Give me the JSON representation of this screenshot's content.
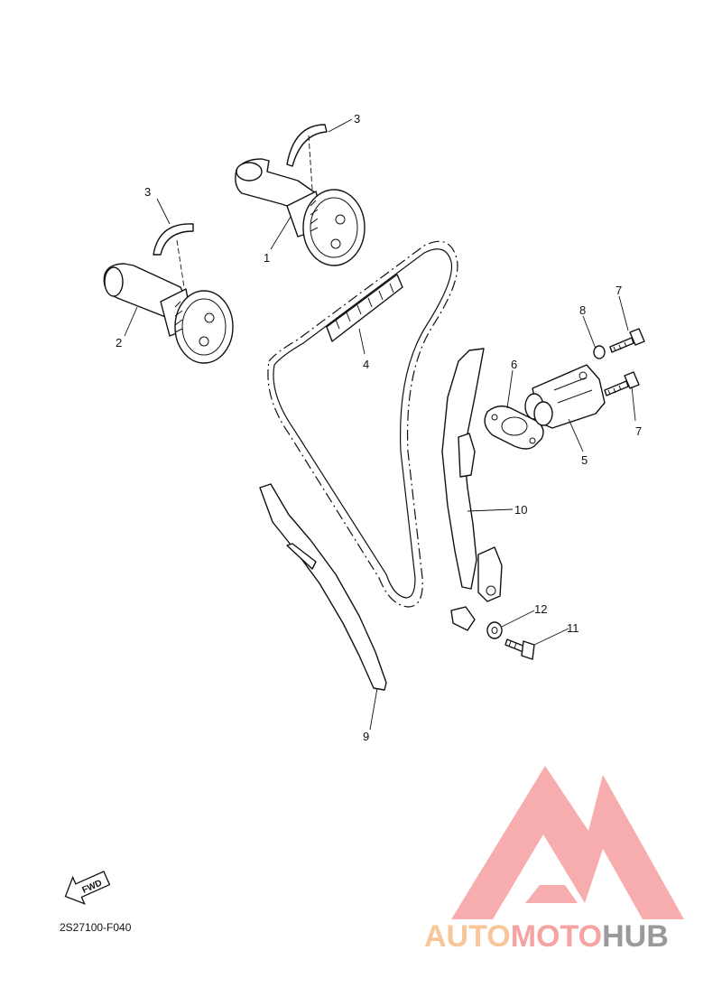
{
  "diagram": {
    "callouts": [
      {
        "id": "c-3a",
        "text": "3"
      },
      {
        "id": "c-3b",
        "text": "3"
      },
      {
        "id": "c-1",
        "text": "1"
      },
      {
        "id": "c-2",
        "text": "2"
      },
      {
        "id": "c-4",
        "text": "4"
      },
      {
        "id": "c-8",
        "text": "8"
      },
      {
        "id": "c-7a",
        "text": "7"
      },
      {
        "id": "c-6",
        "text": "6"
      },
      {
        "id": "c-7b",
        "text": "7"
      },
      {
        "id": "c-5",
        "text": "5"
      },
      {
        "id": "c-10",
        "text": "10"
      },
      {
        "id": "c-12",
        "text": "12"
      },
      {
        "id": "c-11",
        "text": "11"
      },
      {
        "id": "c-9",
        "text": "9"
      }
    ],
    "fwd_label": "FWD",
    "diagram_code": "2S27100-F040"
  },
  "watermark": {
    "brand_part1": "AUTO",
    "brand_part2": "MOTO",
    "brand_part3": "HUB",
    "colors": {
      "part1": "#f7c79a",
      "part2": "#f5a3a3",
      "part3": "#9a9a9a",
      "logo": "#f5a3a3"
    }
  }
}
